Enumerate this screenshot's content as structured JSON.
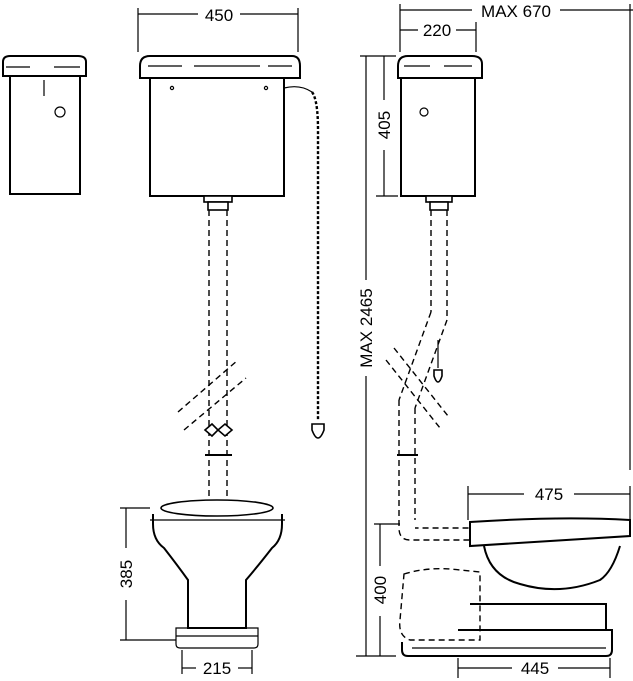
{
  "dimensions": {
    "cistern_width": "450",
    "side_overall": "MAX 670",
    "cistern_depth": "220",
    "cistern_height": "405",
    "overall_height": "MAX 2465",
    "pan_height_front": "385",
    "pan_depth": "475",
    "pan_height_side": "400",
    "pedestal_width": "215",
    "pan_floor_depth": "445"
  }
}
